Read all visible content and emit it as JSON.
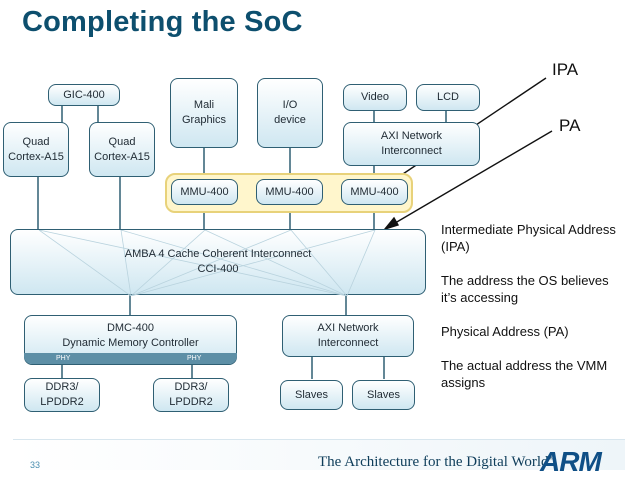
{
  "slide": {
    "title": "Completing the SoC",
    "page_number": "33",
    "footer_tagline": "The Architecture for the Digital World",
    "footer_tm": "®",
    "logo_text": "ARM"
  },
  "colors": {
    "title": "#0d4f6e",
    "box_border": "#2f5f73",
    "box_fill_top": "#ffffff",
    "box_fill_bottom": "#cfe7f1",
    "mmu_highlight_fill": "#fff6cc",
    "mmu_highlight_border": "#e8d27a",
    "logo": "#0f4f86"
  },
  "diagram": {
    "gic": "GIC-400",
    "cpu_left": [
      "Quad",
      "Cortex-A15"
    ],
    "cpu_right": [
      "Quad",
      "Cortex-A15"
    ],
    "mali": [
      "Mali",
      "Graphics"
    ],
    "io": [
      "I/O",
      "device"
    ],
    "video": "Video",
    "lcd": "LCD",
    "axi_top": [
      "AXI Network",
      "Interconnect"
    ],
    "mmu": [
      "MMU-400",
      "MMU-400",
      "MMU-400"
    ],
    "cci": [
      "AMBA 4 Cache Coherent Interconnect",
      "CCI-400"
    ],
    "dmc": [
      "DMC-400",
      "Dynamic Memory Controller"
    ],
    "phy": [
      "PHY",
      "PHY"
    ],
    "axi_bottom": [
      "AXI Network",
      "Interconnect"
    ],
    "ddr_left": [
      "DDR3/",
      "LPDDR2"
    ],
    "ddr_right": [
      "DDR3/",
      "LPDDR2"
    ],
    "slaves": [
      "Slaves",
      "Slaves"
    ]
  },
  "annotations": {
    "ipa_label": "IPA",
    "pa_label": "PA",
    "text_lines": [
      "Intermediate Physical Address",
      "(IPA)",
      "",
      "The address the OS believes",
      "it’s accessing",
      "",
      "Physical Address (PA)",
      "",
      "The  actual address the VMM",
      "assigns"
    ]
  }
}
